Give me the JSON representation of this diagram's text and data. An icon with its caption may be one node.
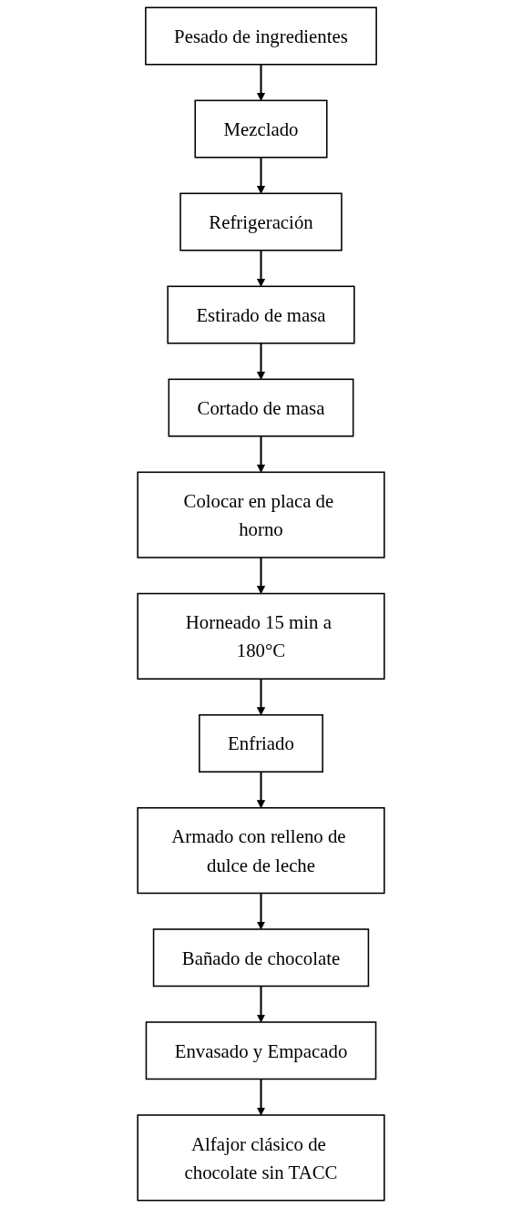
{
  "diagram": {
    "nodes": [
      {
        "text": [
          "Pesado de ingredientes"
        ]
      },
      {
        "text": [
          "Mezclado"
        ]
      },
      {
        "text": [
          "Refrigeración"
        ]
      },
      {
        "text": [
          "Estirado de masa"
        ]
      },
      {
        "text": [
          "Cortado de masa"
        ]
      },
      {
        "text": [
          "Colocar en placa de horno"
        ]
      },
      {
        "text": [
          "Horneado 15 min a 180°C"
        ]
      },
      {
        "text": [
          "Enfriado"
        ]
      },
      {
        "text": [
          "Armado con relleno de dulce de leche"
        ]
      },
      {
        "text": [
          "Bañado de chocolate"
        ]
      },
      {
        "text": [
          "Envasado y Empacado"
        ]
      },
      {
        "text": [
          "Alfajor clásico de chocolate sin TACC"
        ]
      }
    ],
    "edges": [
      {
        "from": 0,
        "to": 1,
        "arrow": "to"
      },
      {
        "from": 1,
        "to": 2,
        "arrow": "to"
      },
      {
        "from": 2,
        "to": 3,
        "arrow": "to"
      },
      {
        "from": 3,
        "to": 4,
        "arrow": "to"
      },
      {
        "from": 4,
        "to": 5,
        "arrow": "to"
      },
      {
        "from": 5,
        "to": 6,
        "arrow": "to"
      },
      {
        "from": 6,
        "to": 7,
        "arrow": "to"
      },
      {
        "from": 7,
        "to": 8,
        "arrow": "to"
      },
      {
        "from": 8,
        "to": 9,
        "arrow": "to"
      },
      {
        "from": 9,
        "to": 10,
        "arrow": "to"
      },
      {
        "from": 10,
        "to": 11,
        "arrow": "to"
      }
    ]
  }
}
